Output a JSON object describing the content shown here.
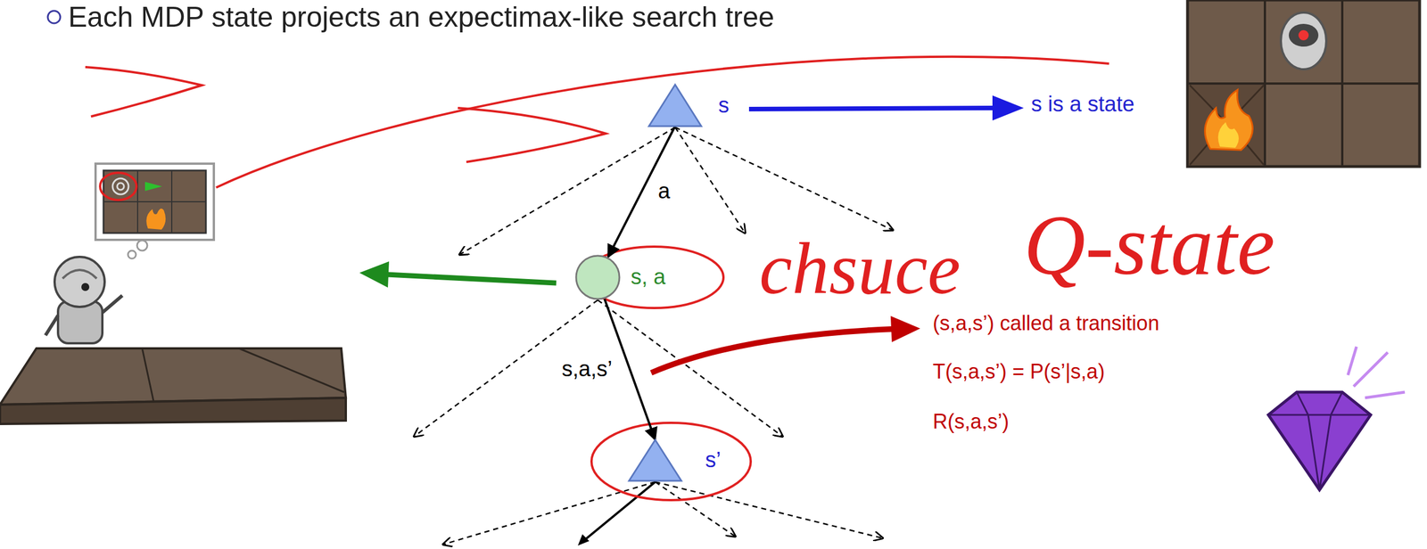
{
  "diagram": {
    "nodes": [
      {
        "text": [
          "s"
        ]
      },
      {
        "text": [
          "s, a"
        ]
      },
      {
        "text": [
          "s’"
        ]
      }
    ],
    "edges": [
      {
        "from": 0,
        "to": 1,
        "arrow": "to",
        "label": "a"
      },
      {
        "from": 1,
        "to": 2,
        "arrow": "to",
        "label": "s,a,s’"
      }
    ],
    "labels": [
      "Each MDP state projects an expectimax-like search tree",
      "s is a state",
      "(s,a,s’) called a transition",
      "T(s,a,s’) = P(s’|s,a)",
      "R(s,a,s’)",
      "chsuce",
      "Q-state"
    ]
  }
}
